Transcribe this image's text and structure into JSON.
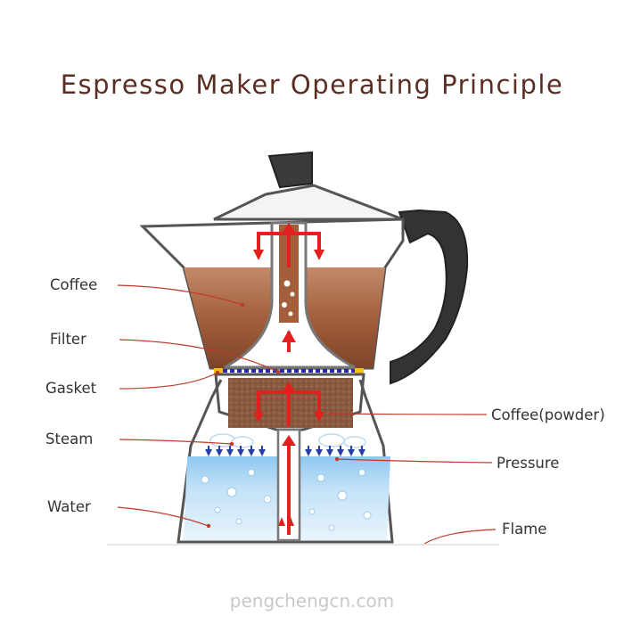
{
  "title": "Espresso Maker Operating Principle",
  "labels": {
    "coffee": "Coffee",
    "filter": "Filter",
    "gasket": "Gasket",
    "steam": "Steam",
    "water": "Water",
    "coffee_powder": "Coffee(powder)",
    "pressure": "Pressure",
    "flame": "Flame"
  },
  "watermark": "pengchengcn.com",
  "colors": {
    "title": "#5a2e22",
    "leader": "#c0392b",
    "arrow": "#e4201e",
    "pressure_arrow": "#2a3ea8",
    "coffee_liquid": "#9a5230",
    "coffee_powder": "#8a5a40",
    "water": "#b9dcf4",
    "handle": "#3a3a3a"
  }
}
